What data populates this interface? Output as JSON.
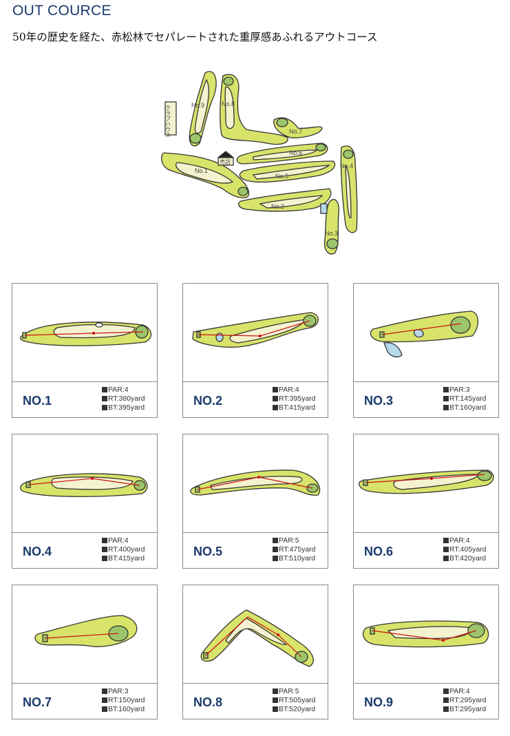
{
  "header": {
    "title": "OUT COURCE",
    "subtitle": "50年の歴史を経た、赤松林でセパレートされた重厚感あふれるアウトコース"
  },
  "overview": {
    "clubhouse": "クラブハウス",
    "shop": "売店",
    "hole_labels": [
      "No.1",
      "No.2",
      "No.3",
      "No.4",
      "No.5",
      "No.6",
      "No.7",
      "No.8",
      "No.9"
    ]
  },
  "holes": [
    {
      "name": "NO.1",
      "par": "PAR:4",
      "rt": "RT:380yard",
      "bt": "BT:395yard"
    },
    {
      "name": "NO.2",
      "par": "PAR:4",
      "rt": "RT:395yard",
      "bt": "BT:415yard"
    },
    {
      "name": "NO.3",
      "par": "PAR:3",
      "rt": "RT:145yard",
      "bt": "BT:160yard"
    },
    {
      "name": "NO.4",
      "par": "PAR:4",
      "rt": "RT:400yard",
      "bt": "BT:415yard"
    },
    {
      "name": "NO.5",
      "par": "PAR:5",
      "rt": "RT:475yard",
      "bt": "BT:510yard"
    },
    {
      "name": "NO.6",
      "par": "PAR:4",
      "rt": "RT:405yard",
      "bt": "BT:420yard"
    },
    {
      "name": "NO.7",
      "par": "PAR:3",
      "rt": "RT:150yard",
      "bt": "BT:160yard"
    },
    {
      "name": "NO.8",
      "par": "PAR:5",
      "rt": "RT:505yard",
      "bt": "BT:520yard"
    },
    {
      "name": "NO.9",
      "par": "PAR:4",
      "rt": "RT:295yard",
      "bt": "BT:295yard"
    }
  ],
  "colors": {
    "rough": "#d8e36a",
    "fairway": "#f5f2cf",
    "green": "#9cc46a",
    "water": "#b8d8ec",
    "line": "#cc1111",
    "title": "#1a3a6b"
  }
}
